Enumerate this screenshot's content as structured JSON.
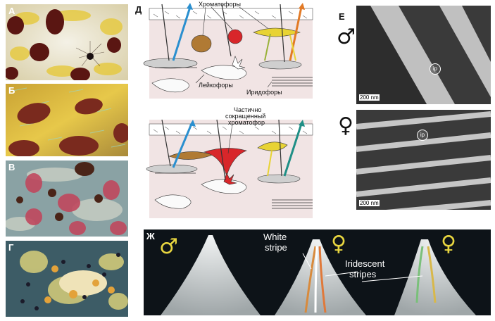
{
  "panels": {
    "a": {
      "label": "А"
    },
    "b": {
      "label": "Б"
    },
    "c": {
      "label": "В"
    },
    "d": {
      "label": "Г"
    },
    "e": {
      "label": "Д",
      "top": {
        "chromatophores": "Хроматофоры",
        "leucophores": "Лейкофоры",
        "iridophores": "Иридофоры"
      },
      "bottom": {
        "partial_line1": "Частично",
        "partial_line2": "сокращенный",
        "partial_line3": "хроматофор"
      }
    },
    "f": {
      "label": "Е",
      "male_symbol": "♂",
      "female_symbol": "♀",
      "scale_top": "200 nm",
      "scale_bottom": "200 nm",
      "ip_top": "ip",
      "ip_bottom": "ip"
    },
    "g": {
      "label": "Ж",
      "male_symbol": "♂",
      "female_symbol_1": "♀",
      "female_symbol_2": "♀",
      "white_line1": "White",
      "white_line2": "stripe",
      "irid_line1": "Iridescent",
      "irid_line2": "stripes"
    }
  },
  "colors": {
    "yellow_cell": "#e8d334",
    "red_cell": "#d8262a",
    "brown_cell": "#b07a34",
    "blue_arrow": "#2a8fcf",
    "orange_arrow": "#e27a26",
    "teal_arrow": "#1f8f86",
    "symbol_yellow": "#e8d640"
  }
}
